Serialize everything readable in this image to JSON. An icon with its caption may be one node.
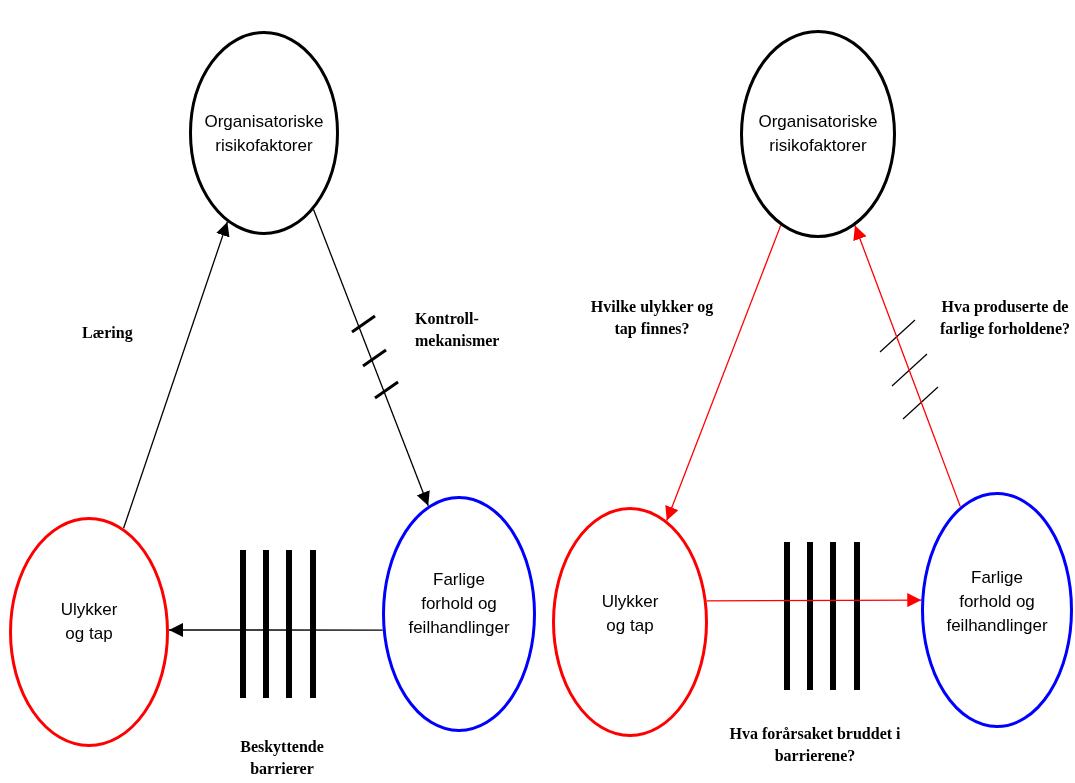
{
  "diagram": {
    "nodes": [
      {
        "text": [
          "Organisatoriske risikofaktorer"
        ]
      },
      {
        "text": [
          "Ulykker og tap"
        ]
      },
      {
        "text": [
          "Farlige forhold og feilhandlinger"
        ]
      },
      {
        "text": [
          "Organisatoriske risikofaktorer"
        ]
      },
      {
        "text": [
          "Ulykker og tap"
        ]
      },
      {
        "text": [
          "Farlige forhold og feilhandlinger"
        ]
      }
    ],
    "edges": [
      {
        "from": 1,
        "to": 0,
        "arrow": "to",
        "label": "Læring"
      },
      {
        "from": 0,
        "to": 2,
        "arrow": "to",
        "label": "Kontroll- mekanismer"
      },
      {
        "from": 2,
        "to": 1,
        "arrow": "to"
      },
      {
        "from": 3,
        "to": 4,
        "arrow": "to",
        "label": "Hvilke ulykker og tap finnes?",
        "color": "#ff0000"
      },
      {
        "from": 5,
        "to": 3,
        "arrow": "to",
        "label": "Hva produserte de farlige forholdene?",
        "color": "#ff0000"
      },
      {
        "from": 4,
        "to": 5,
        "arrow": "to",
        "color": "#ff0000"
      }
    ],
    "labels": [
      "Beskyttende barrierer",
      "Hva forårsaket bruddet i barrierene?"
    ]
  }
}
